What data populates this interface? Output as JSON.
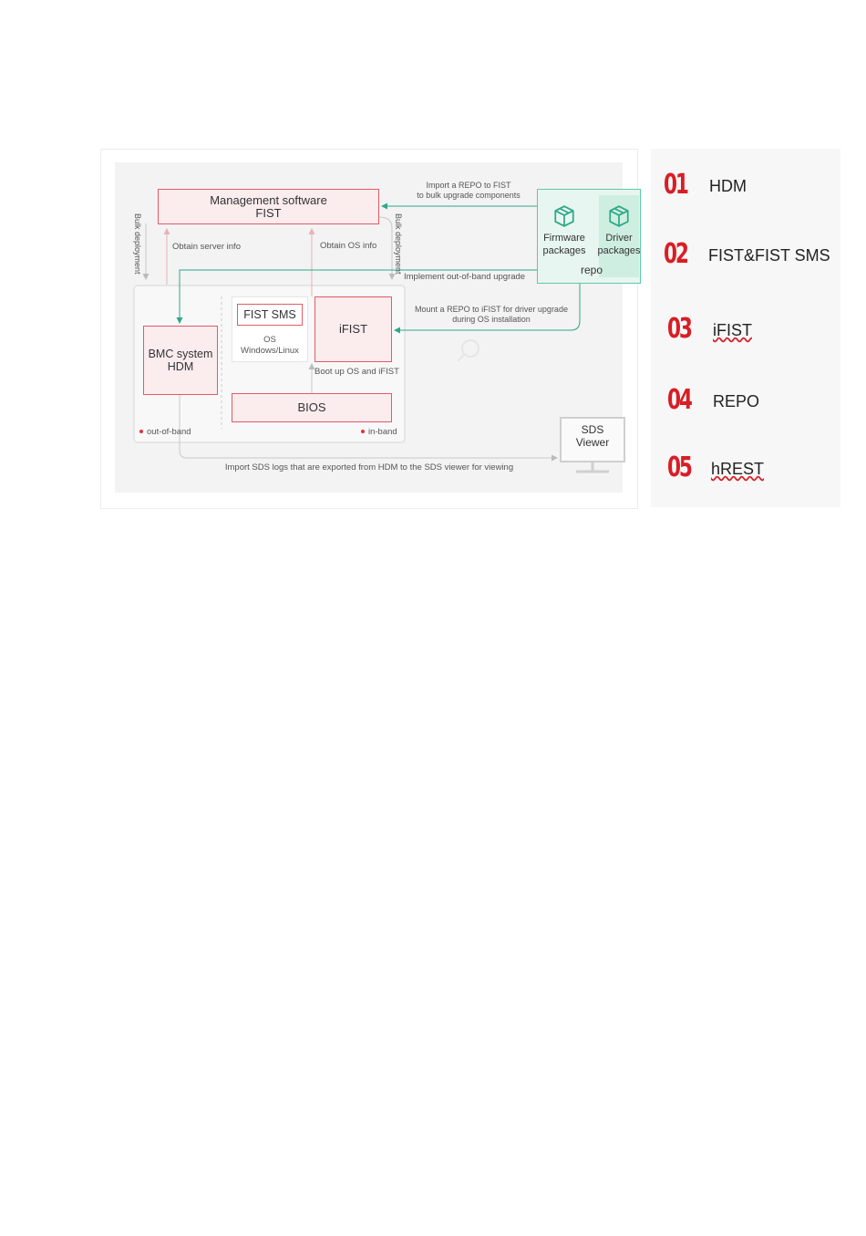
{
  "diagram": {
    "management_box": {
      "line1": "Management software",
      "line2": "FIST"
    },
    "bmc_box": {
      "line1": "BMC system",
      "line2": "HDM"
    },
    "fist_sms_box": "FIST SMS",
    "os_label": {
      "line1": "OS",
      "line2": "Windows/Linux"
    },
    "ifist_box": "iFIST",
    "bios_box": "BIOS",
    "repo": {
      "firmware_line1": "Firmware",
      "firmware_line2": "packages",
      "driver_line1": "Driver",
      "driver_line2": "packages",
      "label": "repo"
    },
    "sds_viewer": {
      "line1": "SDS",
      "line2": "Viewer"
    },
    "labels": {
      "import_repo_line1": "Import a REPO to FIST",
      "import_repo_line2": "to bulk upgrade components",
      "bulk_deployment_left": "Bulk deployment",
      "bulk_deployment_right": "Bulk deployment",
      "obtain_server_info": "Obtain server info",
      "obtain_os_info": "Obtain OS info",
      "implement_oob": "Implement out-of-band upgrade",
      "mount_repo_line1": "Mount a REPO to iFIST for driver upgrade",
      "mount_repo_line2": "during OS installation",
      "boot_up": "Boot up OS and iFIST",
      "out_of_band": "out-of-band",
      "in_band": "in-band",
      "import_sds": "Import SDS logs that are exported from HDM to the SDS viewer for viewing"
    },
    "colors": {
      "red": "#e35a66",
      "green": "#2ea886",
      "gray_line": "#c8c8c8"
    }
  },
  "legend": [
    {
      "num": "01",
      "text": "HDM"
    },
    {
      "num": "02",
      "text": "FIST&FIST SMS"
    },
    {
      "num": "03",
      "text": "iFIST"
    },
    {
      "num": "04",
      "text": "REPO"
    },
    {
      "num": "05",
      "text": "hREST"
    }
  ]
}
